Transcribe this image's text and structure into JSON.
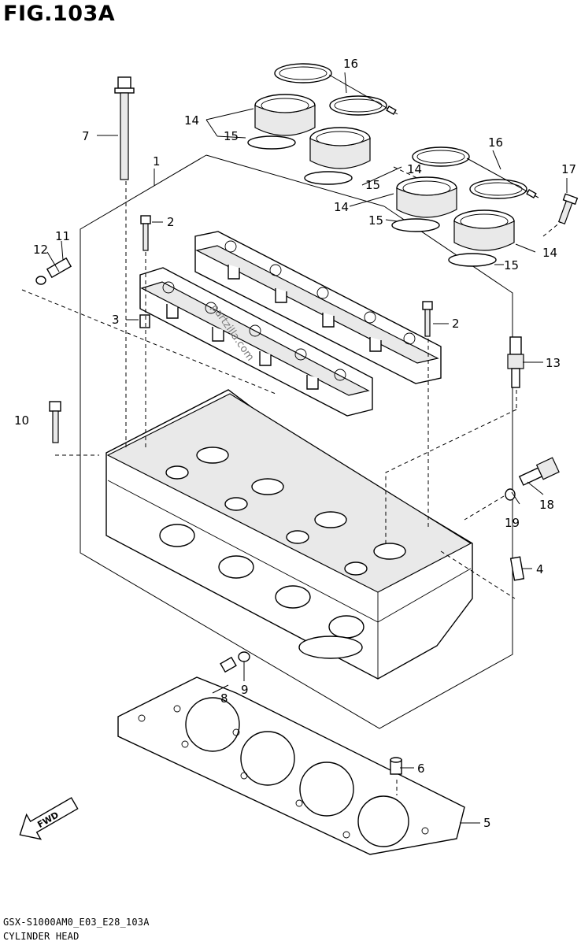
{
  "figure": {
    "title": "FIG.103A",
    "code": "GSX-S1000AM0_E03_E28_103A",
    "name": "CYLINDER HEAD",
    "fwd": "FWD",
    "watermark": "partzilla.com"
  },
  "callouts": [
    {
      "id": "c1",
      "label": "1"
    },
    {
      "id": "c2a",
      "label": "2"
    },
    {
      "id": "c2b",
      "label": "2"
    },
    {
      "id": "c3",
      "label": "3"
    },
    {
      "id": "c4",
      "label": "4"
    },
    {
      "id": "c5",
      "label": "5"
    },
    {
      "id": "c6",
      "label": "6"
    },
    {
      "id": "c7",
      "label": "7"
    },
    {
      "id": "c8",
      "label": "8"
    },
    {
      "id": "c9",
      "label": "9"
    },
    {
      "id": "c10",
      "label": "10"
    },
    {
      "id": "c11",
      "label": "11"
    },
    {
      "id": "c12",
      "label": "12"
    },
    {
      "id": "c13",
      "label": "13"
    },
    {
      "id": "c14a",
      "label": "14"
    },
    {
      "id": "c14b",
      "label": "14"
    },
    {
      "id": "c14c",
      "label": "14"
    },
    {
      "id": "c14d",
      "label": "14"
    },
    {
      "id": "c15a",
      "label": "15"
    },
    {
      "id": "c15b",
      "label": "15"
    },
    {
      "id": "c15c",
      "label": "15"
    },
    {
      "id": "c15d",
      "label": "15"
    },
    {
      "id": "c16a",
      "label": "16"
    },
    {
      "id": "c16b",
      "label": "16"
    },
    {
      "id": "c17",
      "label": "17"
    },
    {
      "id": "c18",
      "label": "18"
    },
    {
      "id": "c19",
      "label": "19"
    }
  ]
}
